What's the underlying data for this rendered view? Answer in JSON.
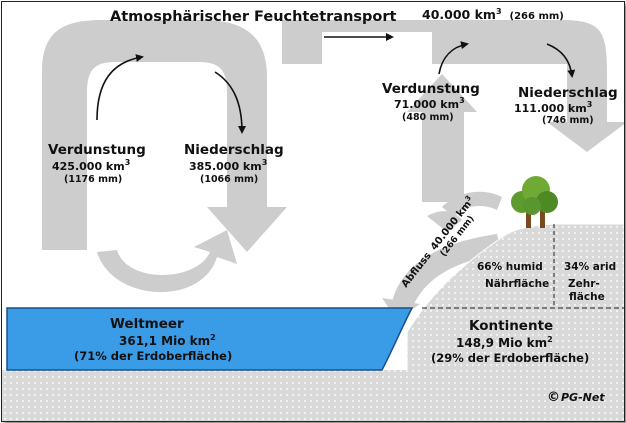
{
  "title": "Atmosphärischer Feuchtetransport",
  "transport": {
    "value": "40.000 km",
    "sup": "3",
    "mm": "(266 mm)"
  },
  "ocean_cycle": {
    "evaporation": {
      "label": "Verdunstung",
      "value": "425.000 km",
      "sup": "3",
      "mm": "(1176 mm)"
    },
    "precipitation": {
      "label": "Niederschlag",
      "value": "385.000 km",
      "sup": "3",
      "mm": "(1066 mm)"
    }
  },
  "land_cycle": {
    "evaporation": {
      "label": "Verdunstung",
      "value": "71.000 km",
      "sup": "3",
      "mm": "(480 mm)"
    },
    "precipitation": {
      "label": "Niederschlag",
      "value": "111.000 km",
      "sup": "3",
      "mm": "(746 mm)"
    }
  },
  "runoff": {
    "label": "Abfluss",
    "value": "40.000 km",
    "sup": "3",
    "mm": "(266 mm)"
  },
  "ocean": {
    "label": "Weltmeer",
    "area": "361,1 Mio km",
    "sup": "2",
    "share": "(71% der Erdoberfläche)"
  },
  "continents": {
    "label": "Kontinente",
    "area": "148,9 Mio km",
    "sup": "2",
    "share": "(29% der Erdoberfläche)"
  },
  "humid": {
    "line1": "66% humid",
    "line2": "Nährfläche"
  },
  "arid": {
    "line1": "34% arid",
    "line2": "Zehr-",
    "line3": "fläche"
  },
  "credit": "PG-Net",
  "credit_symbol": "©",
  "colors": {
    "ocean": "#3a9be6",
    "arrow_gray": "#cfcfcf",
    "land": "#dcdcdc",
    "tree": "#5f9b2e",
    "trunk": "#7a4a1e"
  }
}
